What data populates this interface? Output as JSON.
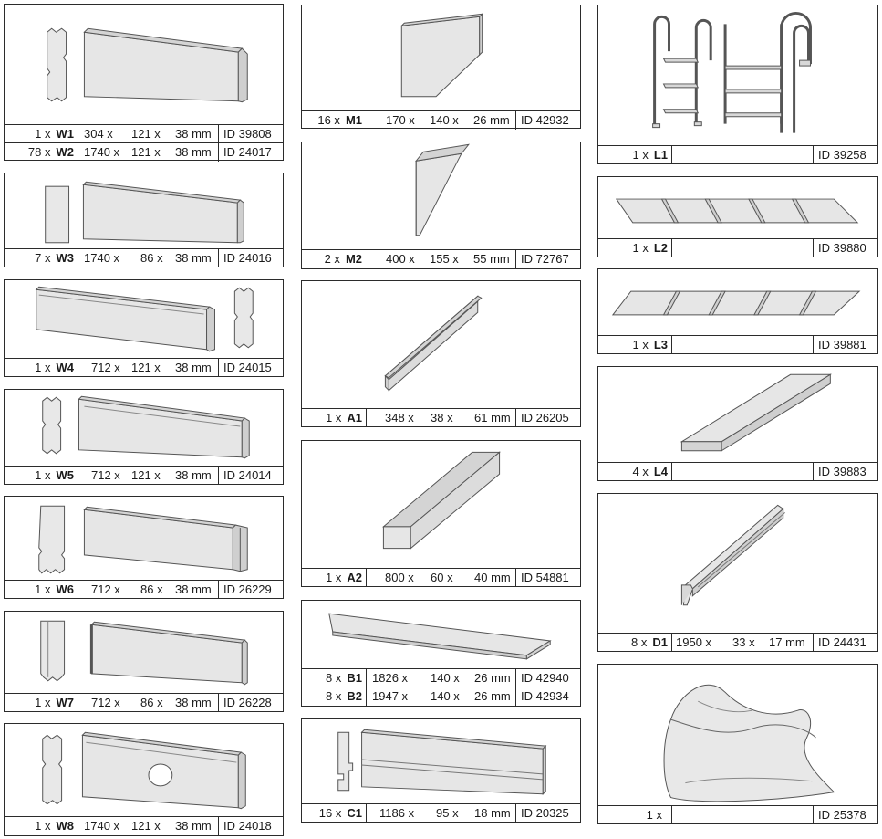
{
  "parts": [
    {
      "key": "w1",
      "qty": "1 x",
      "code": "W1",
      "dims": [
        "304 x",
        "121 x",
        "38 mm"
      ],
      "id": "ID 39808"
    },
    {
      "key": "w2",
      "qty": "78 x",
      "code": "W2",
      "dims": [
        "1740 x",
        "121 x",
        "38 mm"
      ],
      "id": "ID 24017"
    },
    {
      "key": "w3",
      "qty": "7 x",
      "code": "W3",
      "dims": [
        "1740 x",
        "86 x",
        "38 mm"
      ],
      "id": "ID 24016"
    },
    {
      "key": "w4",
      "qty": "1 x",
      "code": "W4",
      "dims": [
        "712 x",
        "121 x",
        "38 mm"
      ],
      "id": "ID 24015"
    },
    {
      "key": "w5",
      "qty": "1 x",
      "code": "W5",
      "dims": [
        "712 x",
        "121 x",
        "38 mm"
      ],
      "id": "ID 24014"
    },
    {
      "key": "w6",
      "qty": "1 x",
      "code": "W6",
      "dims": [
        "712 x",
        "86 x",
        "38 mm"
      ],
      "id": "ID 26229"
    },
    {
      "key": "w7",
      "qty": "1 x",
      "code": "W7",
      "dims": [
        "712 x",
        "86 x",
        "38 mm"
      ],
      "id": "ID 26228"
    },
    {
      "key": "w8",
      "qty": "1 x",
      "code": "W8",
      "dims": [
        "1740 x",
        "121 x",
        "38 mm"
      ],
      "id": "ID 24018"
    },
    {
      "key": "m1",
      "qty": "16 x",
      "code": "M1",
      "dims": [
        "170 x",
        "140 x",
        "26 mm"
      ],
      "id": "ID 42932"
    },
    {
      "key": "m2",
      "qty": "2 x",
      "code": "M2",
      "dims": [
        "400 x",
        "155 x",
        "55 mm"
      ],
      "id": "ID 72767"
    },
    {
      "key": "a1",
      "qty": "1 x",
      "code": "A1",
      "dims": [
        "348 x",
        "38 x",
        "61 mm"
      ],
      "id": "ID 26205"
    },
    {
      "key": "a2",
      "qty": "1 x",
      "code": "A2",
      "dims": [
        "800 x",
        "60 x",
        "40 mm"
      ],
      "id": "ID 54881"
    },
    {
      "key": "b1",
      "qty": "8 x",
      "code": "B1",
      "dims": [
        "1826 x",
        "140 x",
        "26 mm"
      ],
      "id": "ID 42940"
    },
    {
      "key": "b2",
      "qty": "8 x",
      "code": "B2",
      "dims": [
        "1947 x",
        "140 x",
        "26 mm"
      ],
      "id": "ID 42934"
    },
    {
      "key": "c1",
      "qty": "16 x",
      "code": "C1",
      "dims": [
        "1186 x",
        "95 x",
        "18 mm"
      ],
      "id": "ID 20325"
    },
    {
      "key": "l1",
      "qty": "1 x",
      "code": "L1",
      "dims": [
        "",
        "",
        ""
      ],
      "id": "ID 39258"
    },
    {
      "key": "l2",
      "qty": "1 x",
      "code": "L2",
      "dims": [
        "",
        "",
        ""
      ],
      "id": "ID 39880"
    },
    {
      "key": "l3",
      "qty": "1 x",
      "code": "L3",
      "dims": [
        "",
        "",
        ""
      ],
      "id": "ID 39881"
    },
    {
      "key": "l4",
      "qty": "4 x",
      "code": "L4",
      "dims": [
        "",
        "",
        ""
      ],
      "id": "ID 39883"
    },
    {
      "key": "d1",
      "qty": "8 x",
      "code": "D1",
      "dims": [
        "1950 x",
        "33 x",
        "17 mm"
      ],
      "id": "ID 24431"
    },
    {
      "key": "liner",
      "qty": "1 x",
      "code": "",
      "dims": [
        "",
        "",
        ""
      ],
      "id": "ID 25378"
    }
  ]
}
